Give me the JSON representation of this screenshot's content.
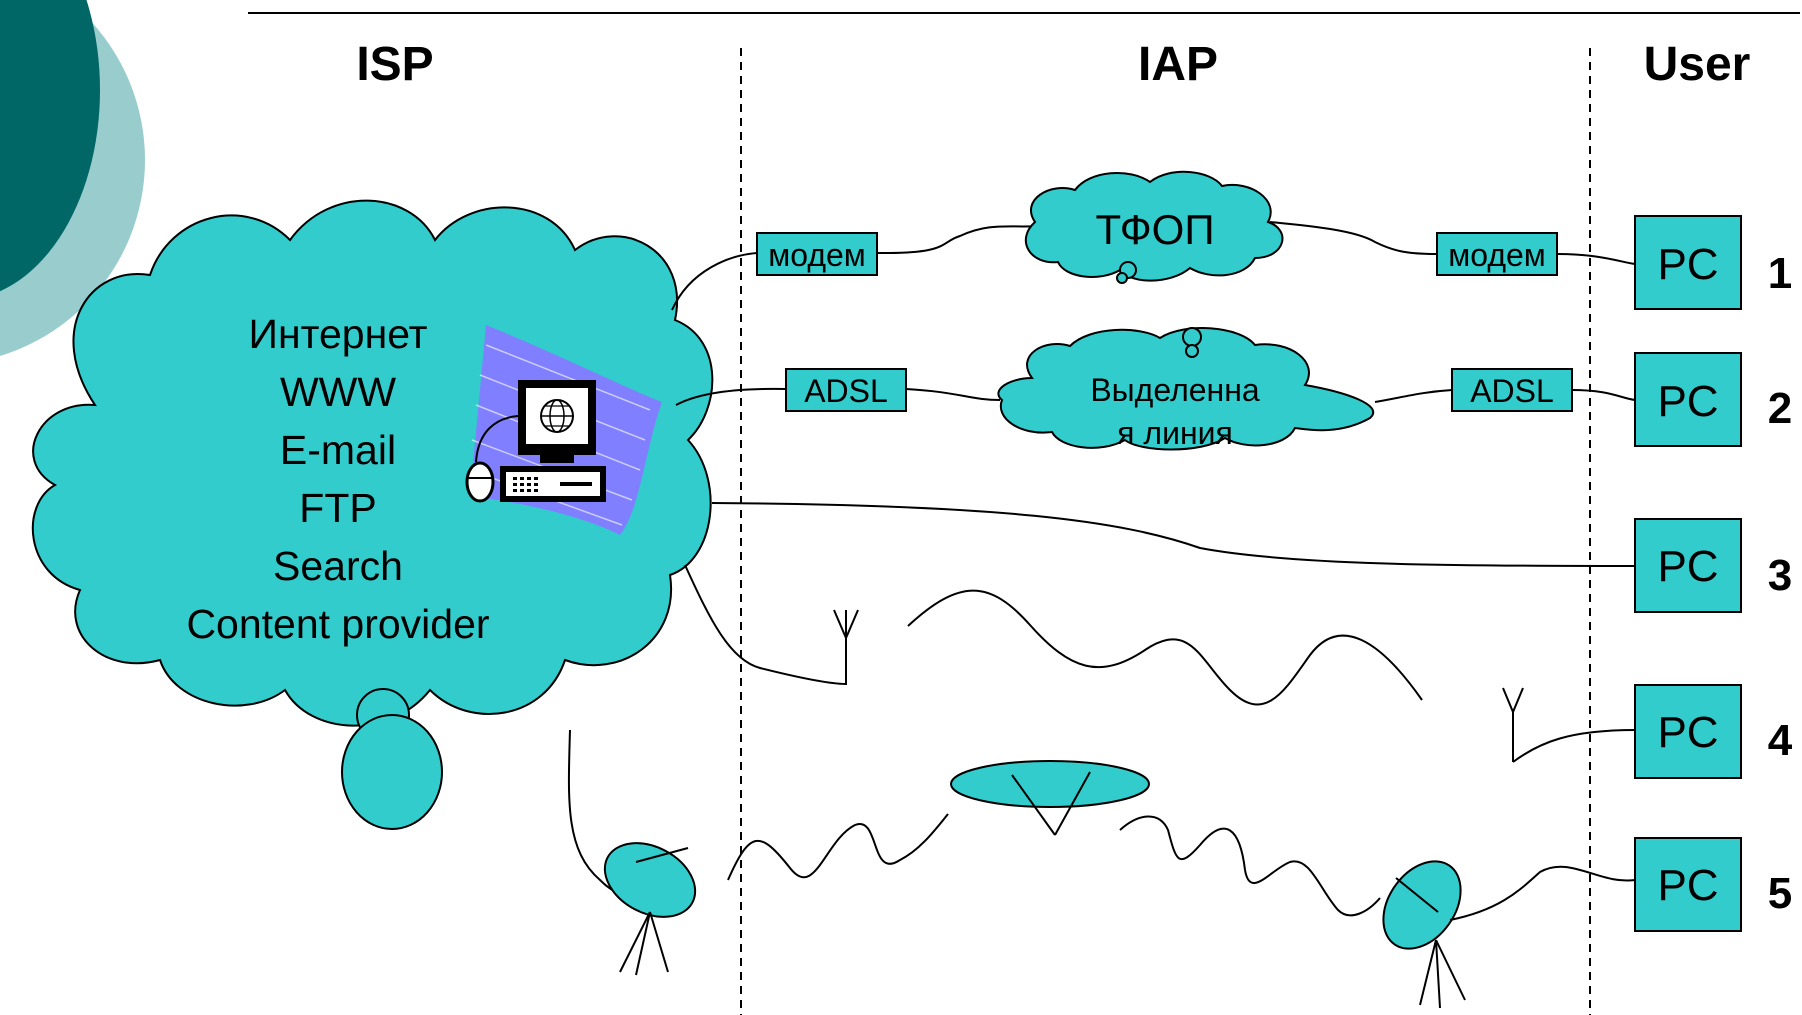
{
  "headers": {
    "isp": "ISP",
    "iap": "IAP",
    "user": "User"
  },
  "isp_services": [
    "Интернет",
    "WWW",
    "E-mail",
    "FTP",
    "Search",
    "Content provider"
  ],
  "clouds": {
    "pstn": "ТФОП",
    "leased_line_1": "Выделенна",
    "leased_line_2": "я линия"
  },
  "devices": {
    "modem": "модем",
    "adsl": "ADSL",
    "pc": "PC"
  },
  "row_numbers": [
    "1",
    "2",
    "3",
    "4",
    "5"
  ],
  "icons": [
    "globe-monitor-icon",
    "mouse-icon",
    "system-unit-icon",
    "user-figure-icon",
    "antenna-icon",
    "satellite-dish-icon",
    "satellite-icon"
  ],
  "colors": {
    "teal": "#33cccc",
    "dark_teal": "#006666",
    "light_teal": "#99cccc",
    "ray_blue": "#7f7fff"
  }
}
